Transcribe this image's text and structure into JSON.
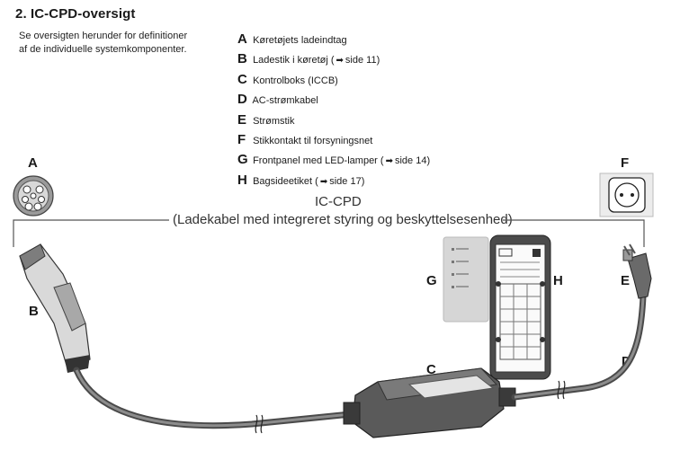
{
  "section_title": "2. IC-CPD-oversigt",
  "intro_lines": [
    "Se oversigten herunder for definitioner",
    "af de individuelle systemkomponenter."
  ],
  "legend": [
    {
      "letter": "A",
      "text": "Køretøjets ladeindtag",
      "ref": ""
    },
    {
      "letter": "B",
      "text": "Ladestik i køretøj (",
      "ref": "side 11)"
    },
    {
      "letter": "C",
      "text": "Kontrolboks (ICCB)",
      "ref": ""
    },
    {
      "letter": "D",
      "text": "AC-strømkabel",
      "ref": ""
    },
    {
      "letter": "E",
      "text": "Strømstik",
      "ref": ""
    },
    {
      "letter": "F",
      "text": "Stikkontakt til forsyningsnet",
      "ref": ""
    },
    {
      "letter": "G",
      "text": "Frontpanel med LED-lamper (",
      "ref": "side 14)"
    },
    {
      "letter": "H",
      "text": "Bagsideetiket (",
      "ref": "side 17)"
    }
  ],
  "diagram": {
    "heading": "IC-CPD",
    "subheading": "(Ladekabel med integreret styring og beskyttelsesenhed)",
    "callouts": {
      "A": "A",
      "B": "B",
      "C": "C",
      "D": "D",
      "E": "E",
      "F": "F",
      "G": "G",
      "H": "H"
    }
  },
  "icons": {
    "reference_arrow": "hand-pointer-icon"
  }
}
